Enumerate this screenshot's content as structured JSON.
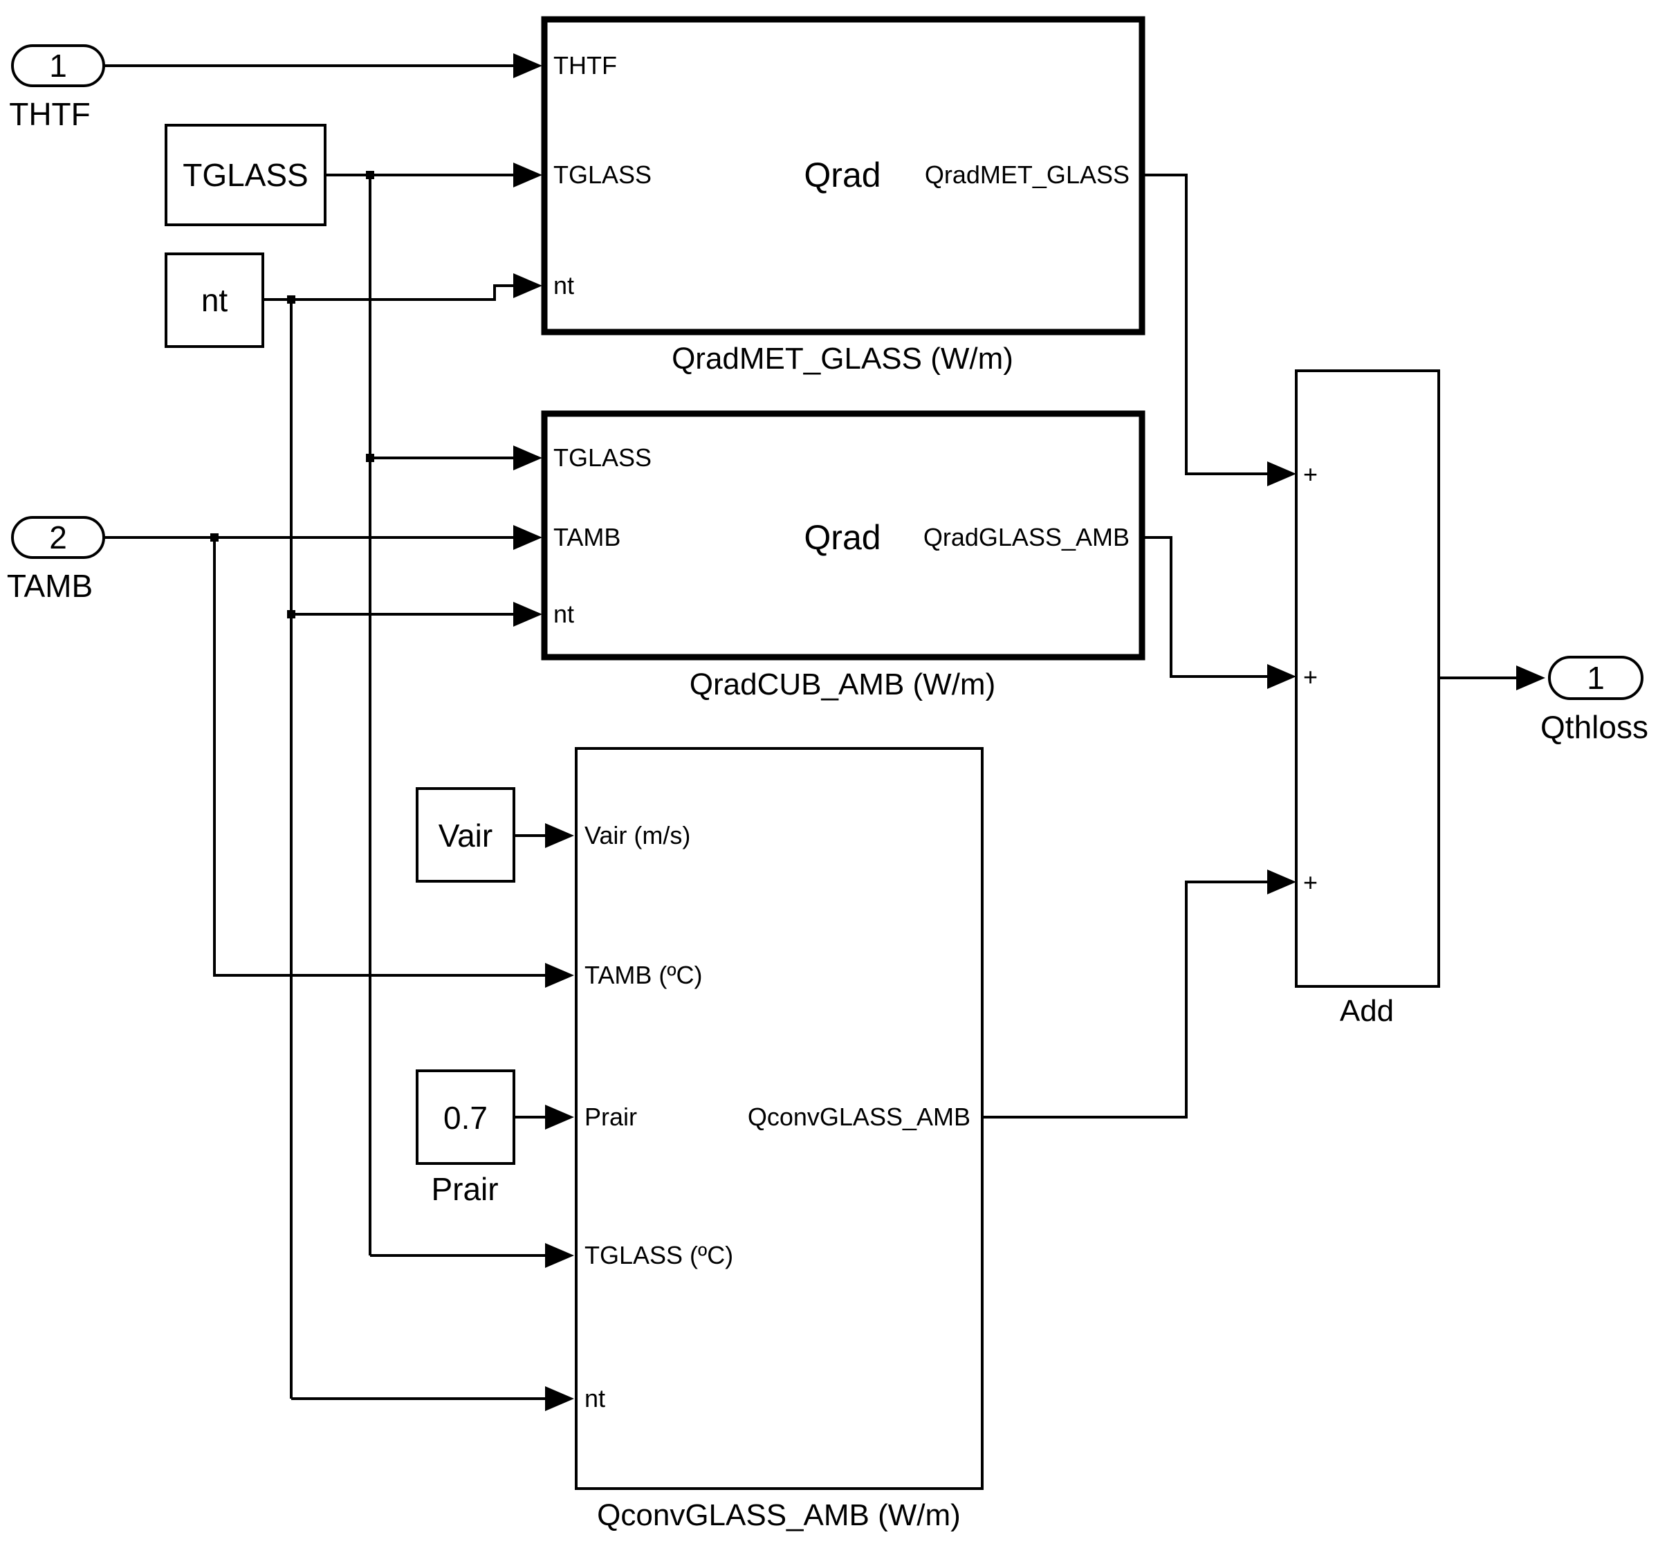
{
  "inports": [
    {
      "number": "1",
      "name": "THTF"
    },
    {
      "number": "2",
      "name": "TAMB"
    }
  ],
  "outport": {
    "number": "1",
    "name": "Qthloss"
  },
  "sources": {
    "tglass": "TGLASS",
    "nt": "nt",
    "vair": "Vair",
    "prair_value": "0.7",
    "prair_name": "Prair"
  },
  "blocks": {
    "qrad_met": {
      "center": "Qrad",
      "inputs": [
        "THTF",
        "TGLASS",
        "nt"
      ],
      "output": "QradMET_GLASS",
      "name": "QradMET_GLASS (W/m)"
    },
    "qrad_cub": {
      "center": "Qrad",
      "inputs": [
        "TGLASS",
        "TAMB",
        "nt"
      ],
      "output": "QradGLASS_AMB",
      "name": "QradCUB_AMB (W/m)"
    },
    "qconv": {
      "inputs": [
        "Vair (m/s)",
        "TAMB (ºC)",
        "Prair",
        "TGLASS (ºC)",
        "nt"
      ],
      "output": "QconvGLASS_AMB",
      "name": "QconvGLASS_AMB (W/m)"
    },
    "add": {
      "name": "Add",
      "signs": [
        "+",
        "+",
        "+"
      ]
    }
  }
}
